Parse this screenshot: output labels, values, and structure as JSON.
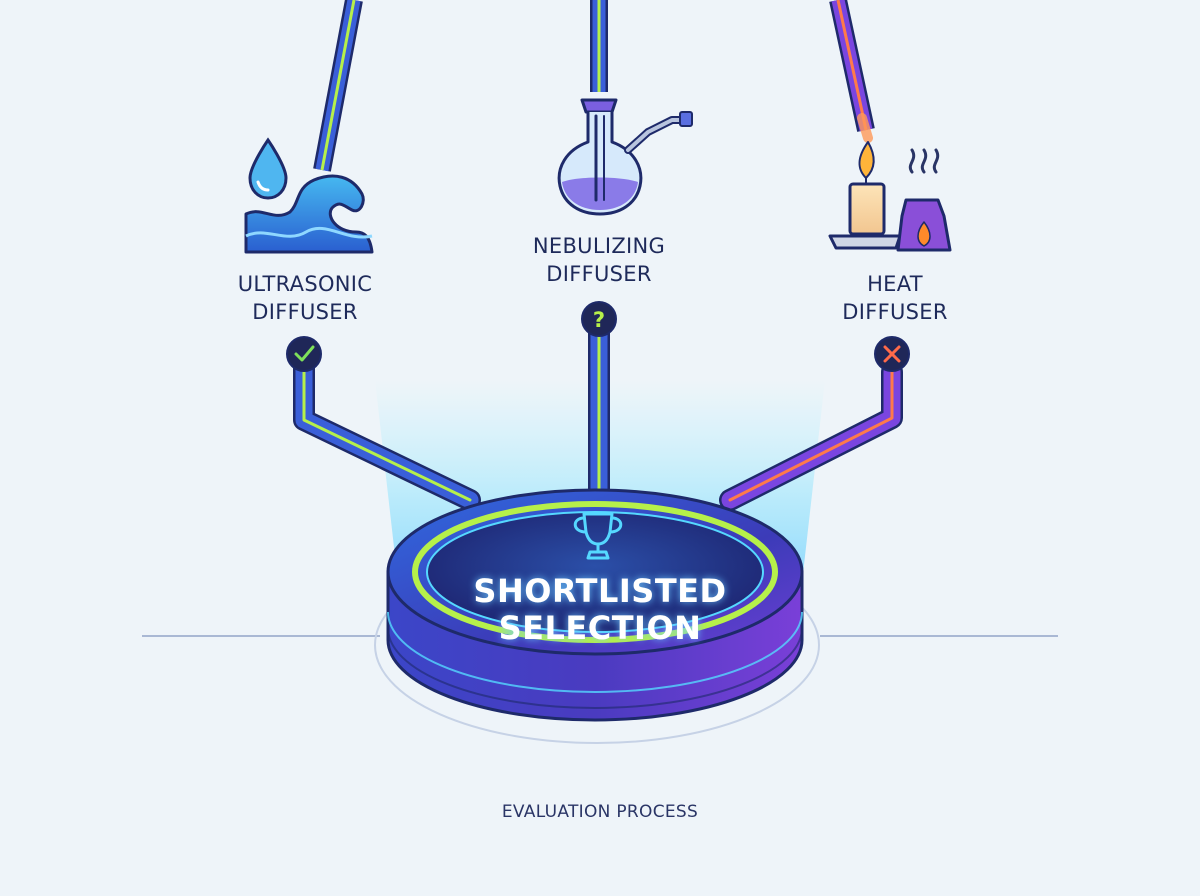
{
  "options": [
    {
      "id": "ultrasonic",
      "title": [
        "ULTRASONIC",
        "DIFFUSER"
      ],
      "status": "check",
      "status_icon": "check-icon",
      "status_color": "#7ee05a",
      "icon": "water-drop-wave-icon"
    },
    {
      "id": "nebulizing",
      "title": [
        "NEBULIZING",
        "DIFFUSER"
      ],
      "status": "question",
      "status_icon": "question-icon",
      "status_color": "#b6f04a",
      "icon": "glass-flask-icon"
    },
    {
      "id": "heat",
      "title": [
        "HEAT",
        "DIFFUSER"
      ],
      "status": "cross",
      "status_icon": "cross-icon",
      "status_color": "#ff6a4a",
      "icon": "candle-oil-burner-icon"
    }
  ],
  "platform": {
    "title": [
      "SHORTLISTED",
      "SELECTION"
    ],
    "icon": "trophy-icon"
  },
  "footer": "EVALUATION PROCESS",
  "colors": {
    "pipe_blue": "#3a5fd9",
    "pipe_purple": "#7a45e0",
    "glow_green": "#b6f04a",
    "heat_orange": "#ff7a4a",
    "platform_dark": "#2a2d8a",
    "background": "#eef4f9"
  }
}
